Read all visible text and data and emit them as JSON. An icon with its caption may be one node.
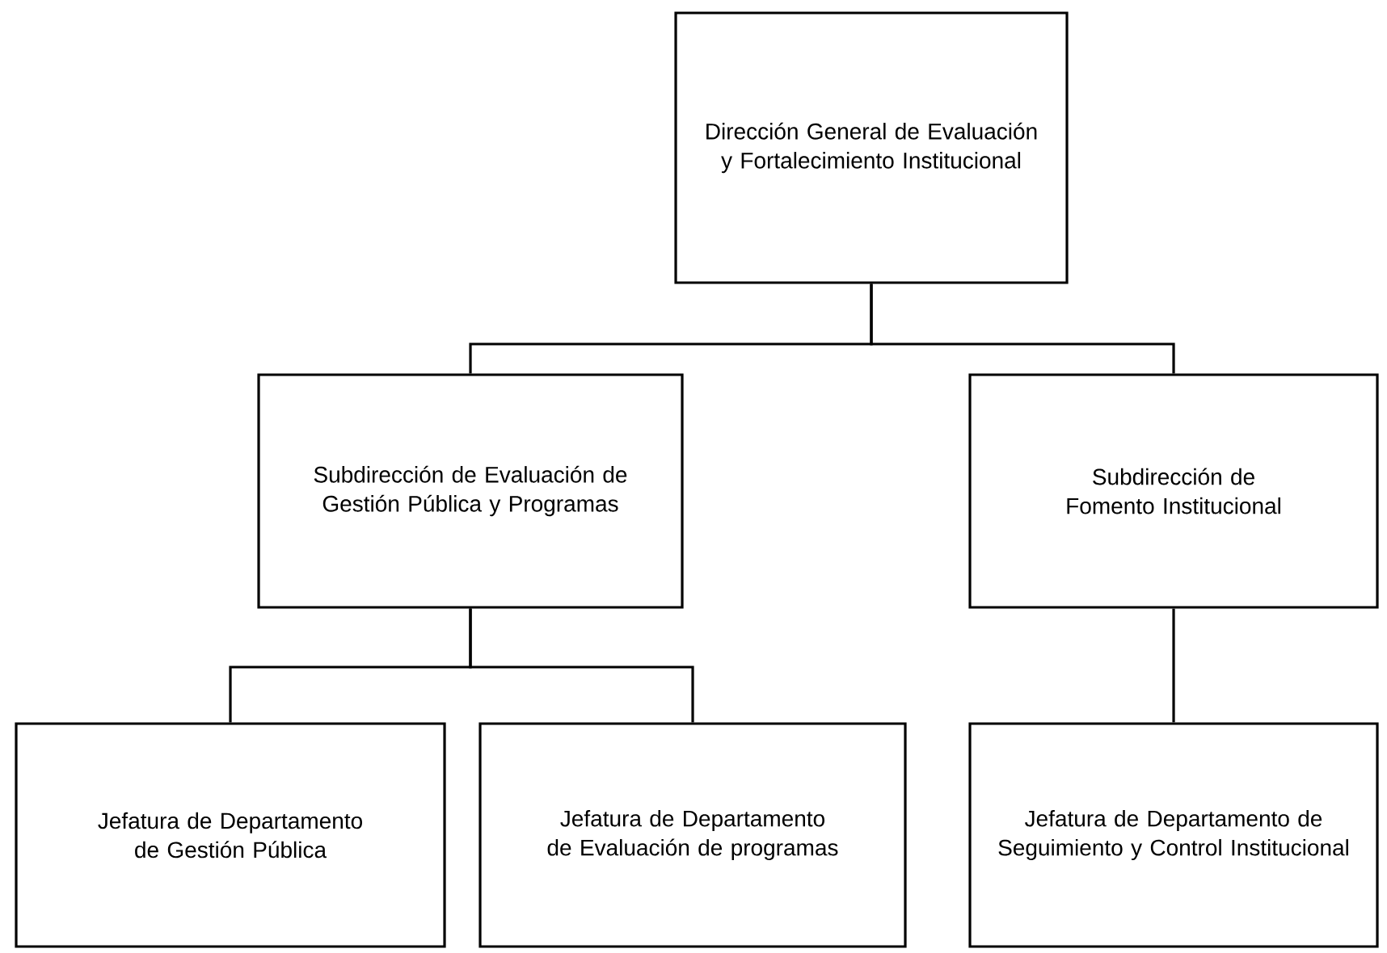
{
  "diagram": {
    "nodes": [
      {
        "text": [
          "Dirección General de Evaluación y Fortalecimiento Institucional"
        ]
      },
      {
        "text": [
          "Subdirección de Evaluación de Gestión Pública y Programas"
        ]
      },
      {
        "text": [
          "Subdirección de Fomento Institucional"
        ]
      },
      {
        "text": [
          "Jefatura de Departamento de Gestión Pública"
        ]
      },
      {
        "text": [
          "Jefatura de Departamento de Evaluación de programas"
        ]
      },
      {
        "text": [
          "Jefatura de Departamento de Seguimiento y Control Institucional"
        ]
      }
    ],
    "edges": [
      {
        "from": 0,
        "to": 1,
        "arrow": "none"
      },
      {
        "from": 0,
        "to": 2,
        "arrow": "none"
      },
      {
        "from": 1,
        "to": 3,
        "arrow": "none"
      },
      {
        "from": 1,
        "to": 4,
        "arrow": "none"
      },
      {
        "from": 2,
        "to": 5,
        "arrow": "none"
      }
    ]
  }
}
